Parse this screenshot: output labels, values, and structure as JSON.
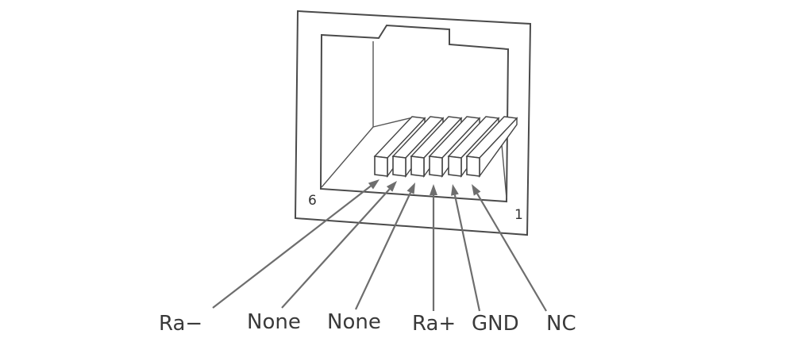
{
  "connector": {
    "pin_number_left": "6",
    "pin_number_right": "1"
  },
  "pins": [
    {
      "label": "Ra−"
    },
    {
      "label": "None"
    },
    {
      "label": "None"
    },
    {
      "label": "Ra+"
    },
    {
      "label": "GND"
    },
    {
      "label": "NC"
    }
  ],
  "colors": {
    "outline": "#4a4a4a",
    "leader": "#6e6e6e",
    "text": "#3a3a3a"
  }
}
